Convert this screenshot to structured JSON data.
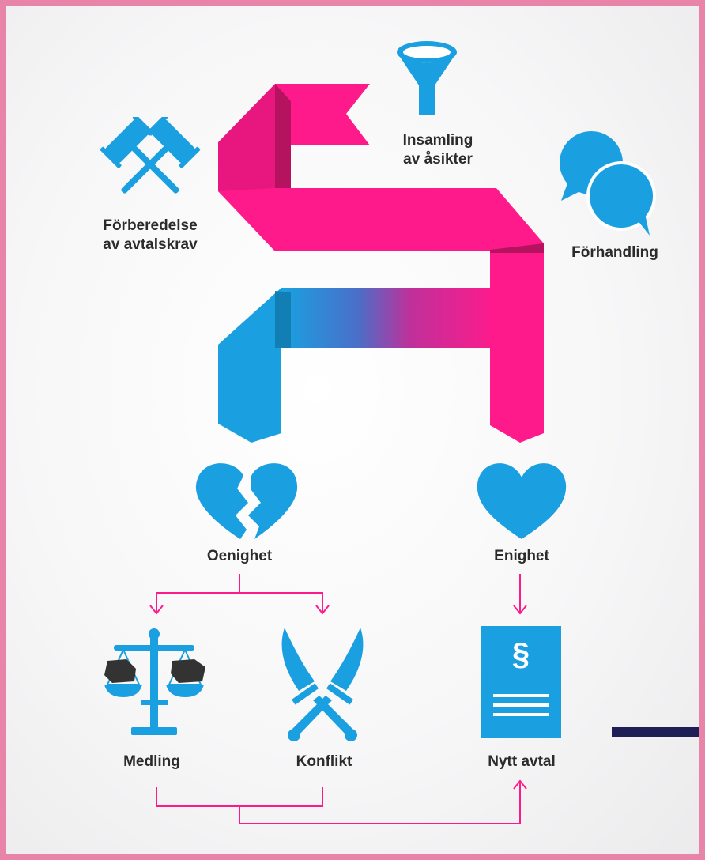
{
  "labels": {
    "insamling_line1": "Insamling",
    "insamling_line2": "av åsikter",
    "forberedelse_line1": "Förberedelse",
    "forberedelse_line2": "av avtalskrav",
    "forhandling": "Förhandling",
    "oenighet": "Oenighet",
    "enighet": "Enighet",
    "medling": "Medling",
    "konflikt": "Konflikt",
    "nytt_avtal": "Nytt avtal",
    "paragraph_symbol": "§"
  },
  "icons": [
    "funnel-icon",
    "gavels-icon",
    "speech-bubbles-icon",
    "broken-heart-icon",
    "heart-icon",
    "scales-icon",
    "crossed-swords-icon",
    "document-icon"
  ],
  "colors": {
    "pink": "#ff1a8c",
    "blue": "#1aa0e0",
    "frame": "#e884a8",
    "arrow": "#ff1a8c",
    "bar": "#1d1f56",
    "text": "#2b2b2b"
  }
}
